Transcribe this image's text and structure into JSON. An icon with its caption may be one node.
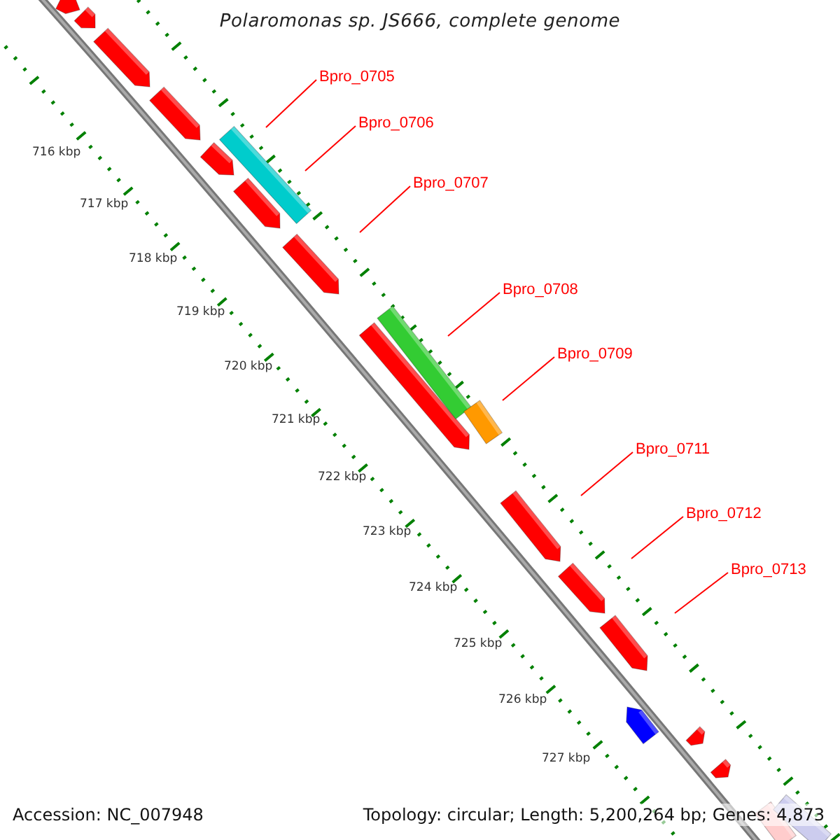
{
  "diagram": {
    "title": "Polaromonas sp. JS666, complete genome",
    "nodes": [
      {
        "text": [
          "Bpro_0705"
        ]
      },
      {
        "text": [
          "Bpro_0706"
        ]
      },
      {
        "text": [
          "Bpro_0707"
        ]
      },
      {
        "text": [
          "Bpro_0708"
        ]
      },
      {
        "text": [
          "Bpro_0709"
        ]
      },
      {
        "text": [
          "Bpro_0711"
        ]
      },
      {
        "text": [
          "Bpro_0712"
        ]
      },
      {
        "text": [
          "Bpro_0713"
        ]
      }
    ],
    "edges": [
      {
        "from": 0,
        "to": null,
        "arrow": "none"
      },
      {
        "from": 1,
        "to": null,
        "arrow": "none"
      },
      {
        "from": 2,
        "to": null,
        "arrow": "none"
      },
      {
        "from": 3,
        "to": null,
        "arrow": "none"
      },
      {
        "from": 4,
        "to": null,
        "arrow": "none"
      },
      {
        "from": 5,
        "to": null,
        "arrow": "none"
      },
      {
        "from": 6,
        "to": null,
        "arrow": "none"
      },
      {
        "from": 7,
        "to": null,
        "arrow": "none"
      }
    ],
    "labels": [
      "716 kbp",
      "717 kbp",
      "718 kbp",
      "719 kbp",
      "720 kbp",
      "721 kbp",
      "722 kbp",
      "723 kbp",
      "724 kbp",
      "725 kbp",
      "726 kbp",
      "727 kbp",
      "Accession: NC_007948",
      "Topology: circular; Length: 5,200,264 bp; Genes: 4,873"
    ]
  }
}
